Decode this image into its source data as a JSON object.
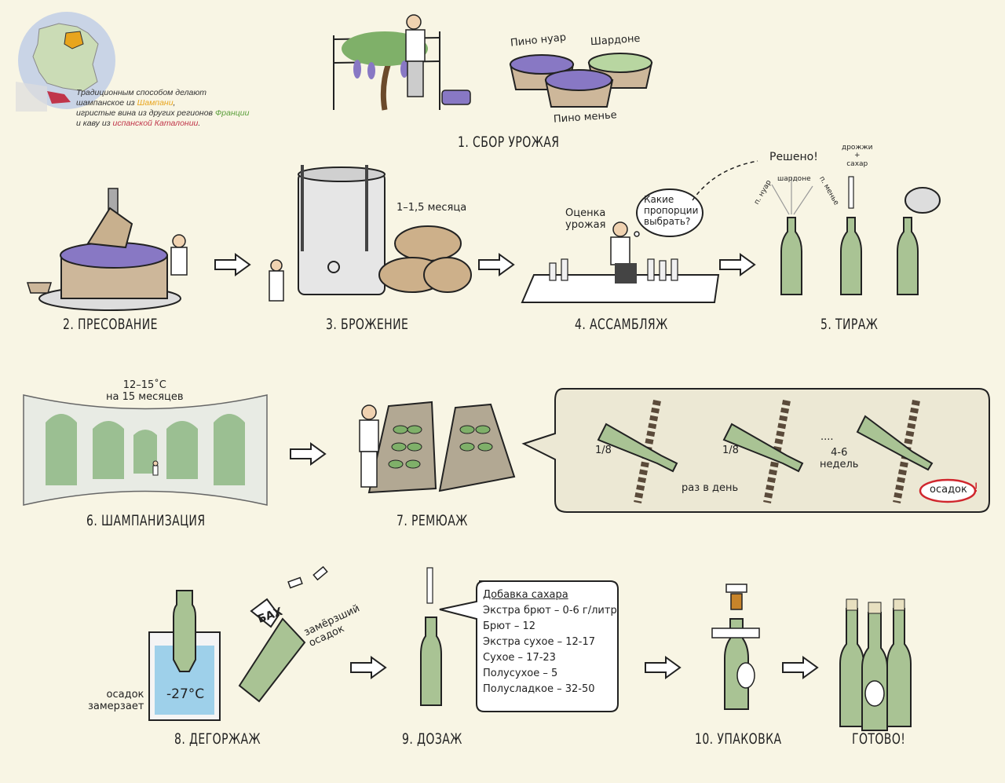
{
  "map_note": {
    "line1": "Традиционным способом делают",
    "line2_pre": "шампанское из ",
    "champagne": "Шампани",
    "line2_post": ",",
    "line3_pre": "игристые вина из других регионов ",
    "france": "Франции",
    "line4_pre": "и каву из ",
    "catalonia": "испанской Каталонии",
    "line4_post": "."
  },
  "grapes": {
    "pinot_noir": "Пино нуар",
    "chardonnay": "Шардоне",
    "pinot_meunier": "Пино менье"
  },
  "steps": {
    "s1": "1. СБОР УРОЖАЯ",
    "s2": "2. ПРЕСОВАНИЕ",
    "s3": "3. БРОЖЕНИЕ",
    "s4": "4. АССАМБЛЯЖ",
    "s5": "5. ТИРАЖ",
    "s6": "6. ШАМПАНИЗАЦИЯ",
    "s7": "7. РЕМЮАЖ",
    "s8": "8. ДЕГОРЖАЖ",
    "s9": "9. ДОЗАЖ",
    "s10": "10. УПАКОВКА",
    "done": "ГОТОВО!"
  },
  "fermentation": {
    "duration": "1–1,5 месяца"
  },
  "assemblage": {
    "harvest_label_1": "Оценка",
    "harvest_label_2": "урожая",
    "question_1": "Какие",
    "question_2": "пропорции",
    "question_3": "выбрать?",
    "decided": "Решено!"
  },
  "tirage": {
    "pinot_noir": "п. нуар",
    "chardonnay": "шардоне",
    "pinot_meunier": "п. менье",
    "yeast_1": "дрожжи",
    "yeast_2": "+",
    "yeast_3": "сахар"
  },
  "champagnisation": {
    "temp": "12–15˚С",
    "duration": "на 15 месяцев"
  },
  "remuage": {
    "turn_1": "1/8",
    "turn_2": "1/8",
    "frequency": "раз в день",
    "dots": "....",
    "weeks_1": "4-6",
    "weeks_2": "недель",
    "sediment": "осадок",
    "exclaim": "!"
  },
  "degorgement": {
    "temp": "-27°C",
    "freezes_1": "осадок",
    "freezes_2": "замерзает",
    "bang": "БАХ",
    "frozen_1": "замёрзший",
    "frozen_2": "осадок"
  },
  "dosage": {
    "title": "Добавка сахара",
    "items": [
      "Экстра брют – 0-6  г/литр",
      "Брют – 12",
      "Экстра сухое – 12-17",
      "Сухое – 17-23",
      "Полусухое – 5",
      "Полусладкое – 32-50"
    ]
  },
  "colors": {
    "background": "#f8f5e4",
    "bottle_green": "#a9c394",
    "grape_purple": "#8878c4",
    "france_green": "#5a9e3a",
    "champagne_orange": "#e8a51e",
    "catalonia_red": "#c0354a"
  }
}
